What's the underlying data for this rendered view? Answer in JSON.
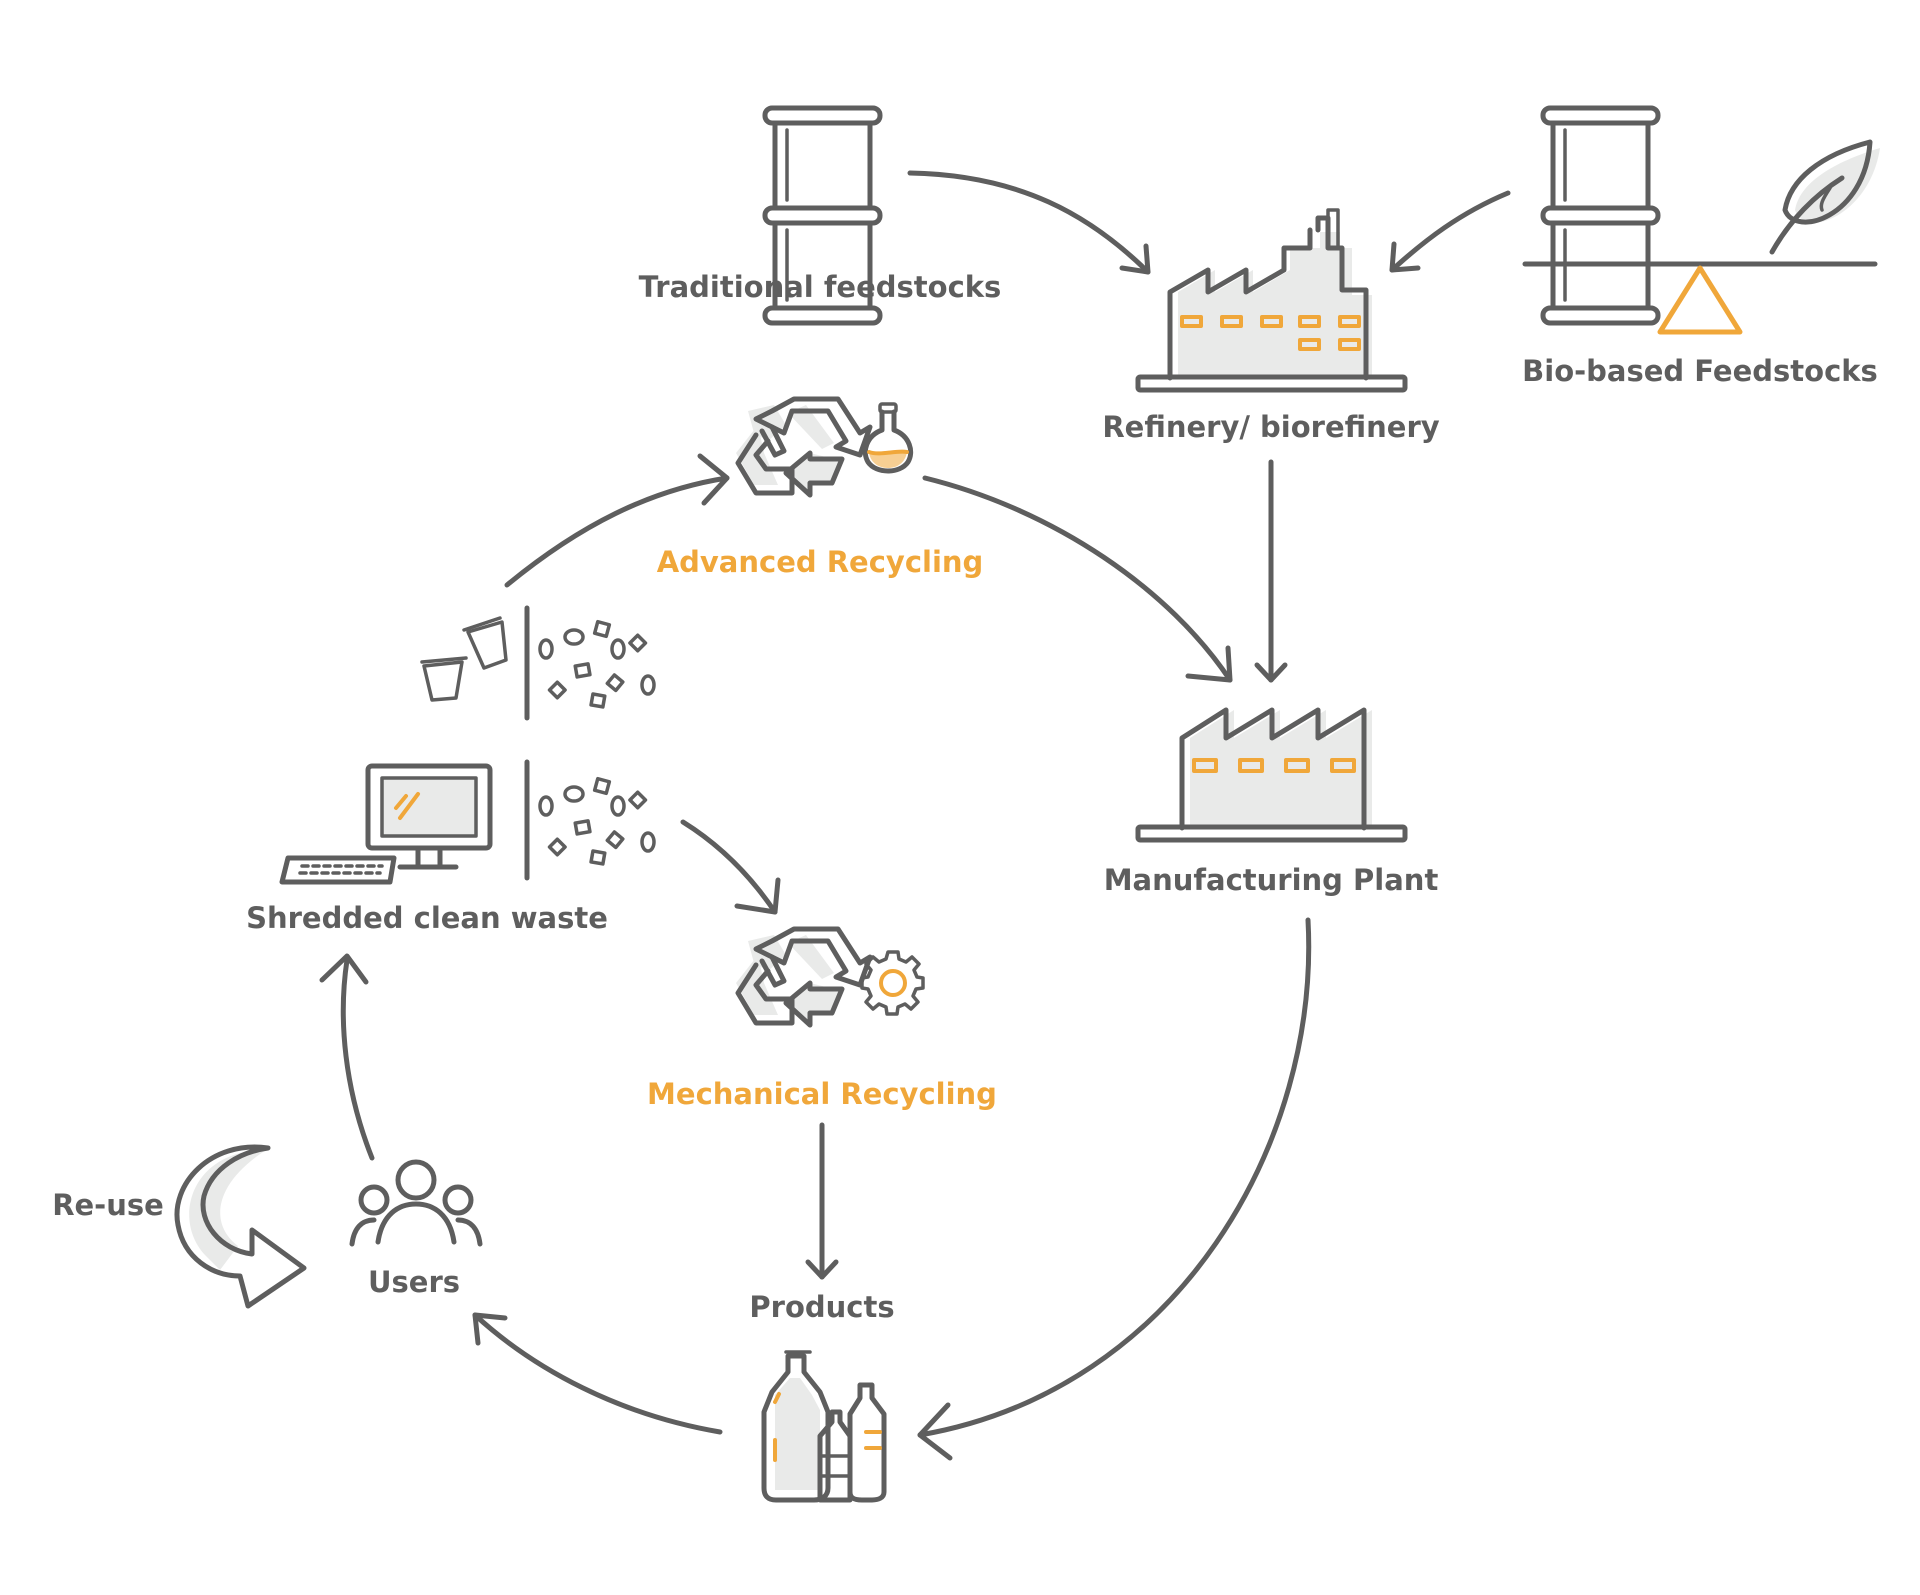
{
  "nodes": {
    "traditional": {
      "label": "Traditional feedstocks"
    },
    "refinery": {
      "label": "Refinery/ biorefinery"
    },
    "bio": {
      "label": "Bio-based Feedstocks"
    },
    "advanced": {
      "label": "Advanced Recycling"
    },
    "manufacturing": {
      "label": "Manufacturing Plant"
    },
    "shredded": {
      "label": "Shredded clean waste"
    },
    "mechanical": {
      "label": "Mechanical Recycling"
    },
    "reuse": {
      "label": "Re-use"
    },
    "users": {
      "label": "Users"
    },
    "products": {
      "label": "Products"
    }
  },
  "colors": {
    "ink": "#5e5e5e",
    "accent": "#f0a73a",
    "fill": "#e9eae9",
    "background": "#ffffff"
  },
  "icons": [
    "barrel-icon",
    "factory-icon",
    "leaf-icon",
    "balance-icon",
    "recycle-icon",
    "flask-icon",
    "gear-icon",
    "computer-icon",
    "cups-icon",
    "fragments-icon",
    "people-icon",
    "reuse-arrow-icon",
    "bottles-icon"
  ]
}
